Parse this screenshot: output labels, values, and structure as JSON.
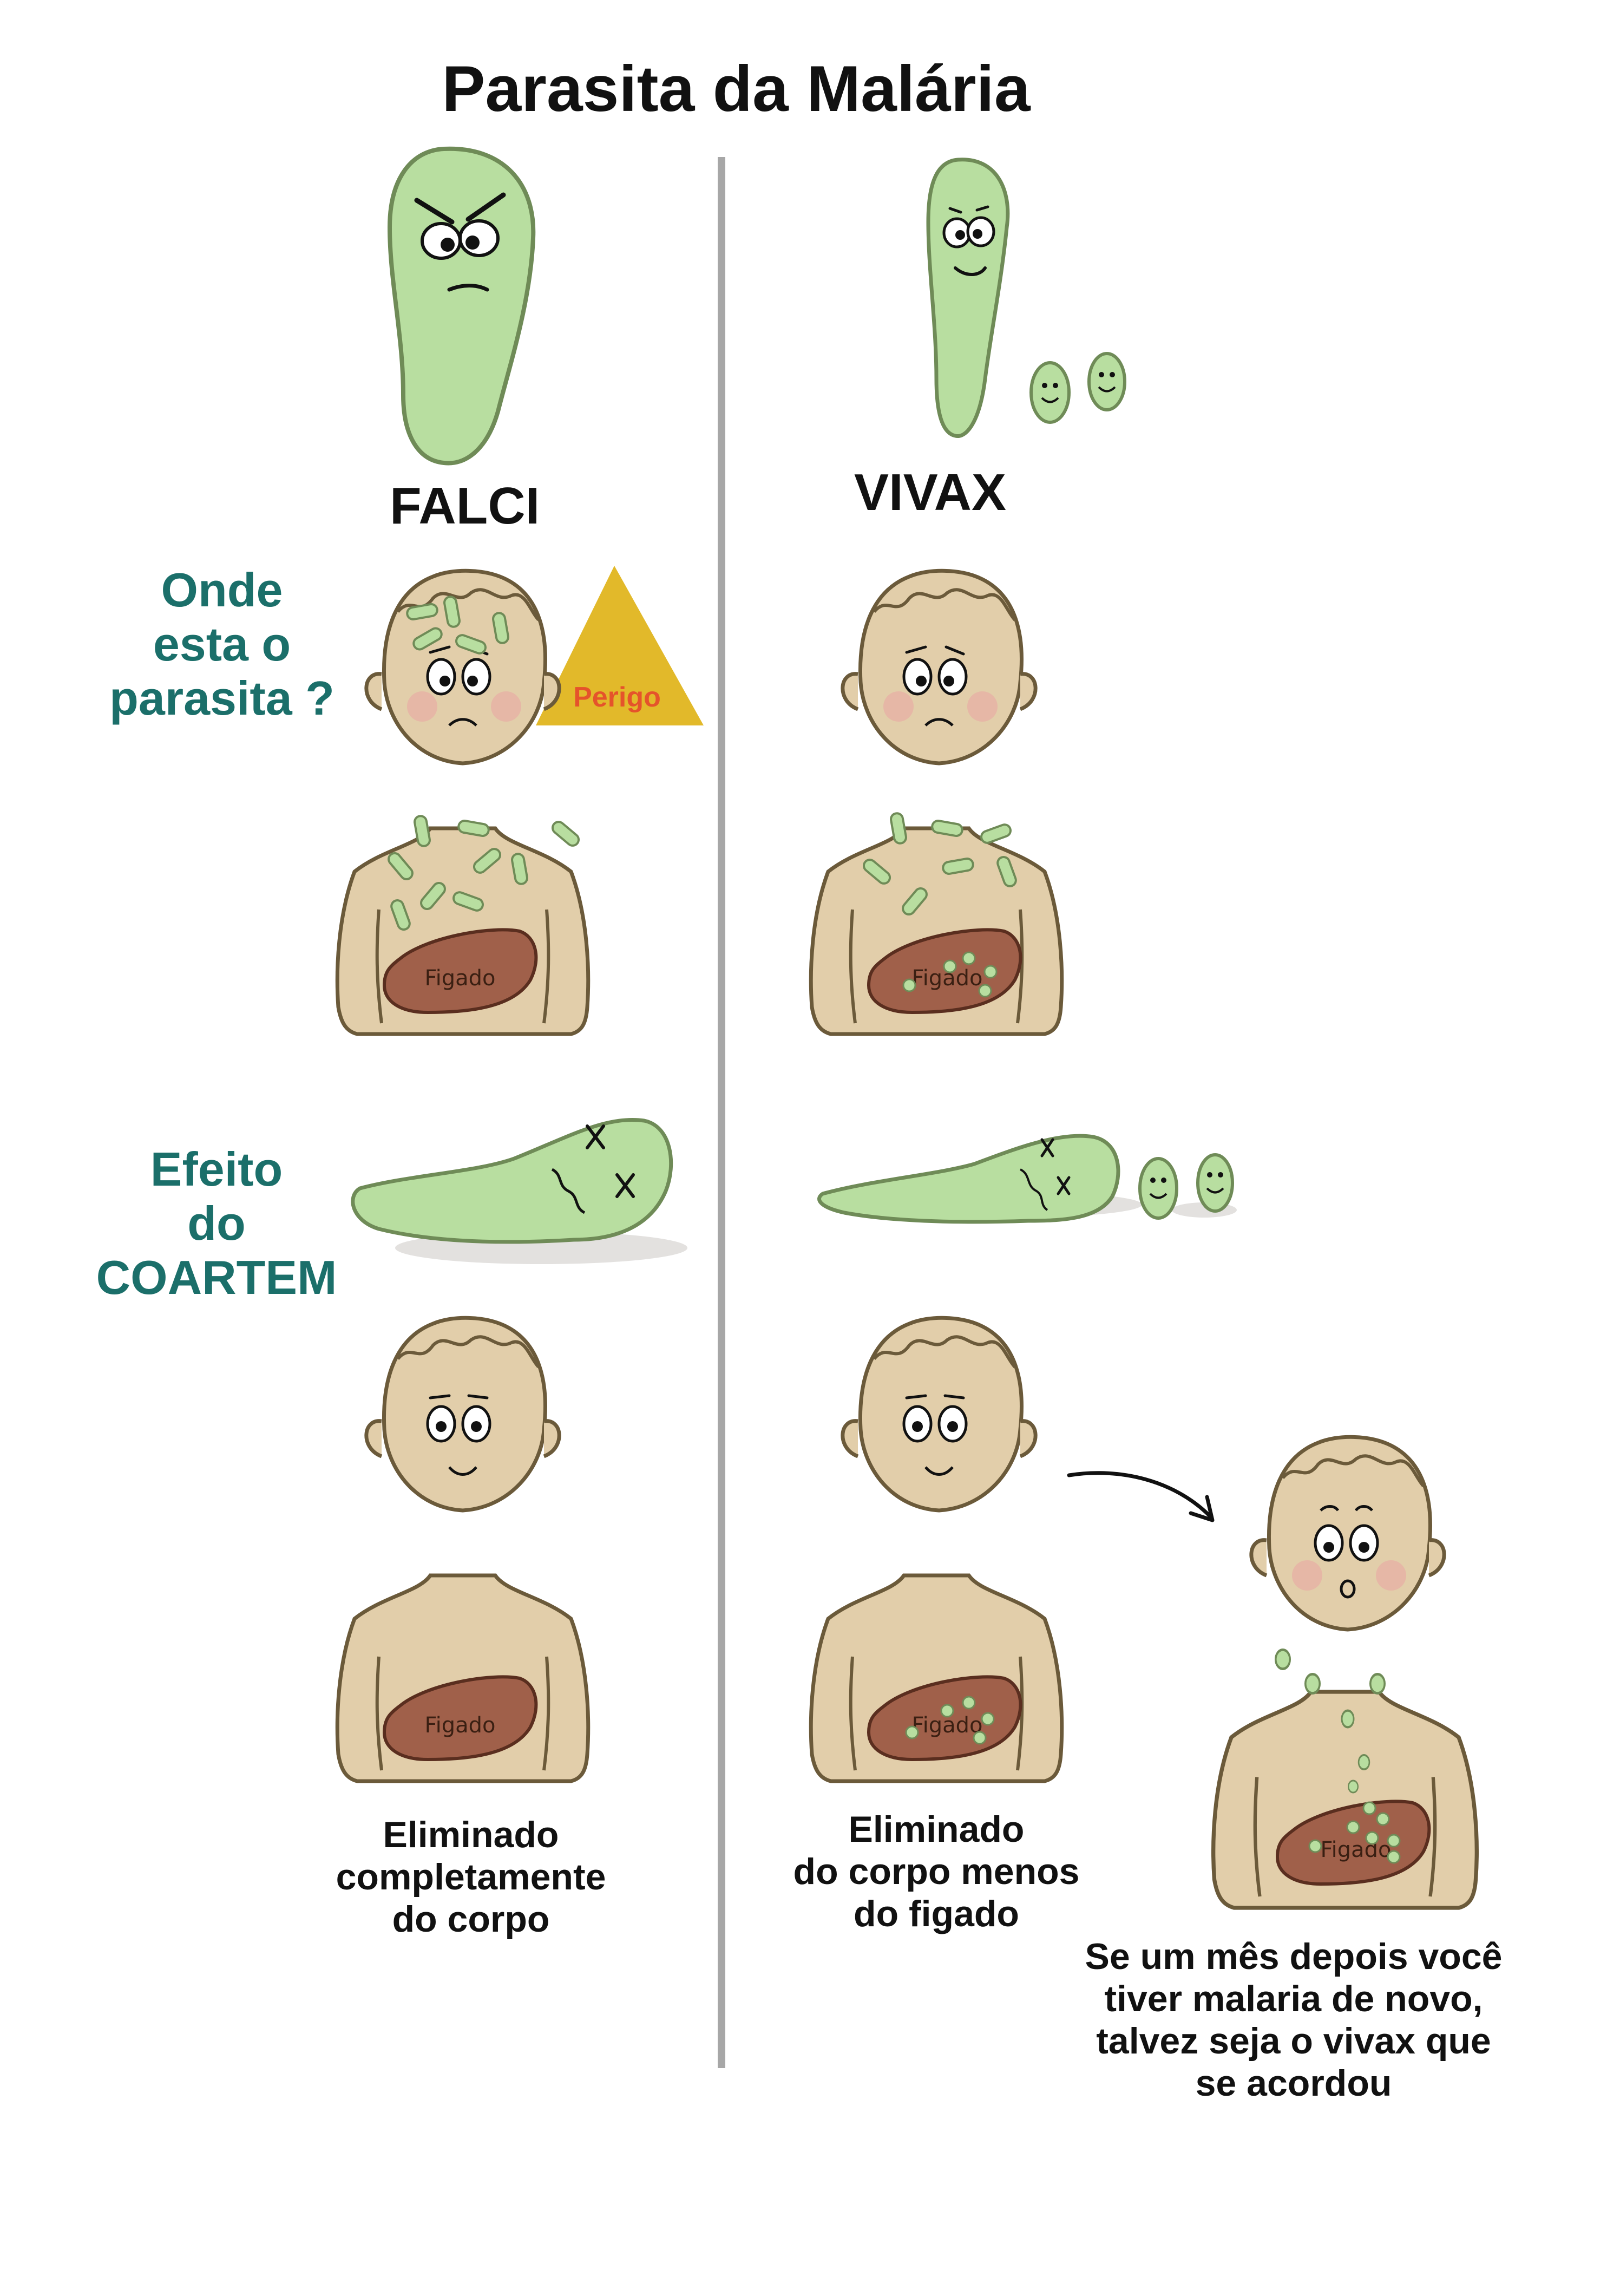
{
  "title": "Parasita da Malária",
  "columns": {
    "left": {
      "name": "FALCI",
      "caption": [
        "Eliminado",
        "completamente",
        "do corpo"
      ]
    },
    "right": {
      "name": "VIVAX",
      "caption": [
        "Eliminado",
        "do corpo menos",
        "do figado"
      ]
    }
  },
  "question": [
    "Onde",
    "esta o",
    "parasita ?"
  ],
  "effect": [
    "Efeito",
    "do",
    "COARTEM"
  ],
  "danger_label": "Perigo",
  "liver_label": "Figado",
  "note": [
    "Se um mês depois você",
    "tiver malaria de novo,",
    "talvez seja o vivax que",
    "se acordou"
  ],
  "colors": {
    "parasite": "#b8dea0",
    "skin": "#e2ceaa",
    "outline": "#6b5a3a",
    "liver": "#a0604a",
    "danger": "#e2b92a",
    "danger_text": "#e5532b",
    "teal": "#1b6f6a",
    "divider": "#a7a7a7"
  }
}
